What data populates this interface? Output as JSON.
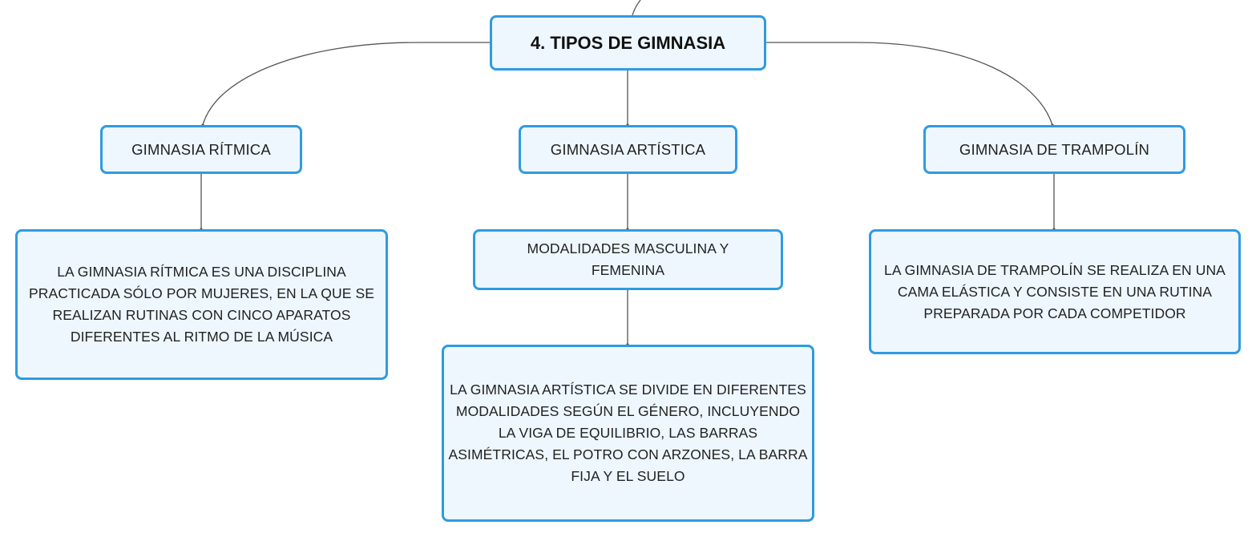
{
  "colors": {
    "node_border": "#2f9be0",
    "node_fill": "#eef7fe",
    "connector": "#555555",
    "text": "#222222"
  },
  "root": {
    "label": "4. TIPOS DE GIMNASIA"
  },
  "branches": {
    "ritmica": {
      "label": "GIMNASIA RÍTMICA",
      "description": "LA GIMNASIA RÍTMICA ES UNA DISCIPLINA PRACTICADA SÓLO POR MUJERES, EN LA QUE SE REALIZAN RUTINAS CON CINCO APARATOS DIFERENTES AL RITMO DE LA MÚSICA"
    },
    "artistica": {
      "label": "GIMNASIA ARTÍSTICA",
      "modalidades": "MODALIDADES MASCULINA Y FEMENINA",
      "description": "LA GIMNASIA ARTÍSTICA SE DIVIDE EN DIFERENTES MODALIDADES SEGÚN EL GÉNERO, INCLUYENDO LA VIGA DE EQUILIBRIO, LAS BARRAS ASIMÉTRICAS, EL POTRO CON ARZONES, LA BARRA FIJA Y EL SUELO"
    },
    "trampolin": {
      "label": "GIMNASIA DE TRAMPOLÍN",
      "description": "LA GIMNASIA DE TRAMPOLÍN SE REALIZA EN UNA CAMA ELÁSTICA Y CONSISTE EN UNA RUTINA PREPARADA POR CADA COMPETIDOR"
    }
  }
}
